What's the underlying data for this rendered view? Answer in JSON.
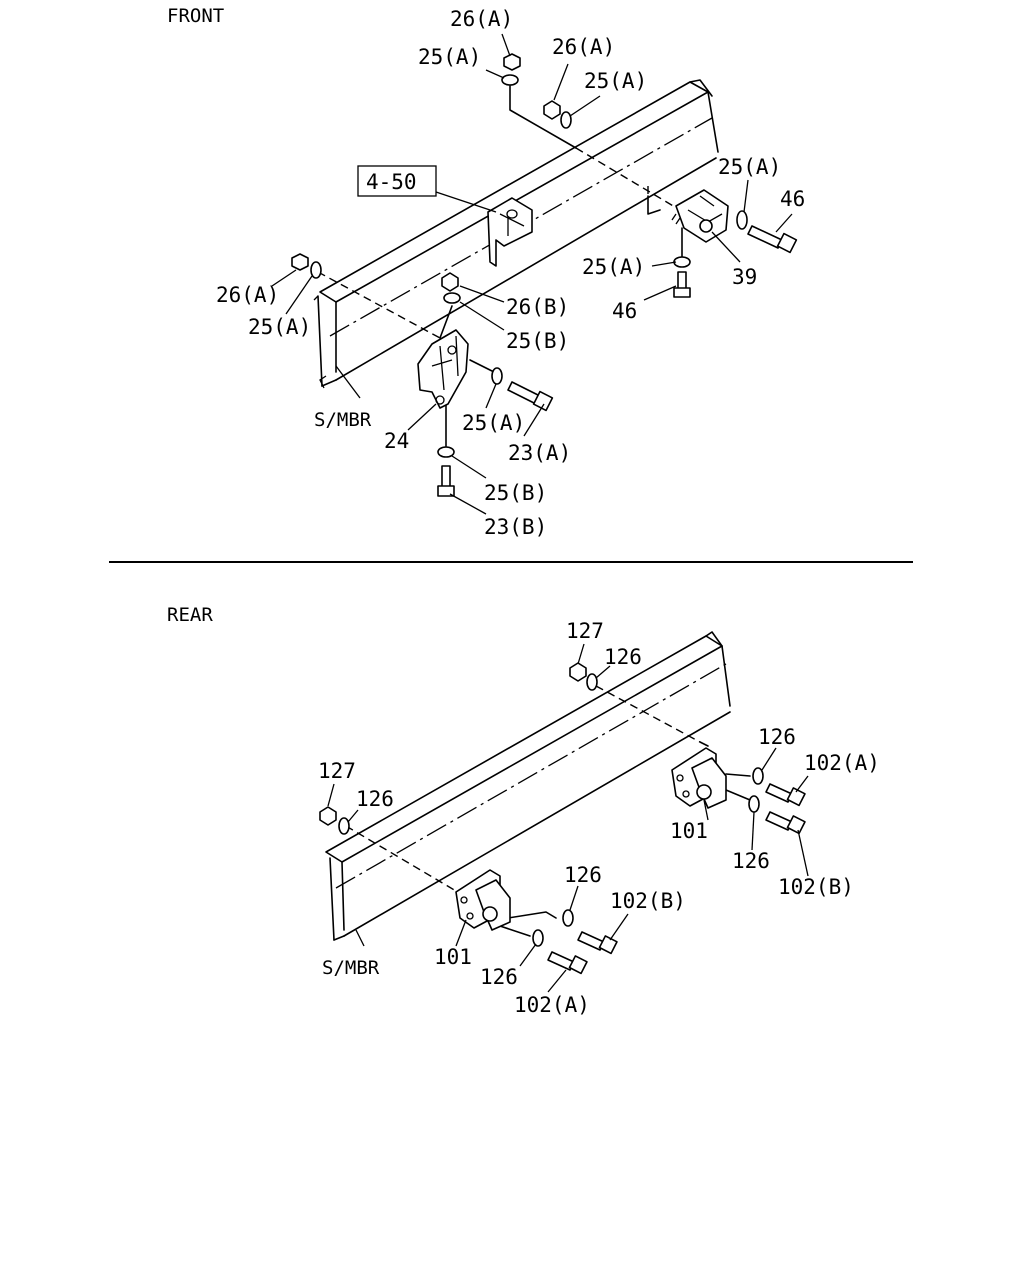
{
  "sections": {
    "front": "FRONT",
    "rear": "REAR"
  },
  "front_labels": {
    "nut_26a_top": "26(A)",
    "washer_25a_top": "25(A)",
    "nut_26a_mid": "26(A)",
    "washer_25a_mid": "25(A)",
    "ref_box": "4-50",
    "washer_25a_right": "25(A)",
    "bolt_46_right": "46",
    "bracket_39": "39",
    "washer_25a_lower": "25(A)",
    "bolt_46_lower": "46",
    "nut_26a_left": "26(A)",
    "washer_25a_left": "25(A)",
    "nut_26b": "26(B)",
    "washer_25b_upper": "25(B)",
    "member_label": "S/MBR",
    "bracket_24": "24",
    "washer_25a_bracket": "25(A)",
    "bolt_23a": "23(A)",
    "washer_25b_lower": "25(B)",
    "bolt_23b": "23(B)"
  },
  "rear_labels": {
    "nut_127_top": "127",
    "washer_126_top": "126",
    "washer_126_right": "126",
    "bolt_102a_right": "102(A)",
    "bracket_101_right": "101",
    "washer_126_right_low": "126",
    "bolt_102b_right": "102(B)",
    "nut_127_left": "127",
    "washer_126_left": "126",
    "washer_126_mid": "126",
    "bolt_102b_mid": "102(B)",
    "bracket_101_left": "101",
    "member_label": "S/MBR",
    "washer_126_bottom": "126",
    "bolt_102a_bottom": "102(A)"
  }
}
